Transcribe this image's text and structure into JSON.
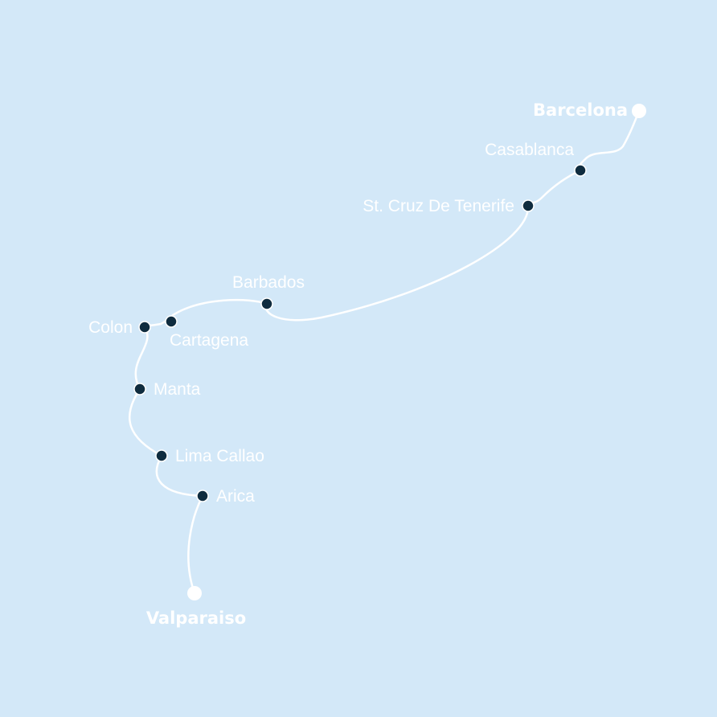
{
  "map": {
    "background_color": "#d3e8f8",
    "route_color": "#ffffff",
    "port_marker_color": "#0f2c3f",
    "terminal_marker_color": "#ffffff"
  },
  "ports": {
    "barcelona": "Barcelona",
    "casablanca": "Casablanca",
    "tenerife": "St. Cruz De Tenerife",
    "barbados": "Barbados",
    "colon": "Colon",
    "cartagena": "Cartagena",
    "manta": "Manta",
    "lima": "Lima Callao",
    "arica": "Arica",
    "valparaiso": "Valparaiso"
  }
}
